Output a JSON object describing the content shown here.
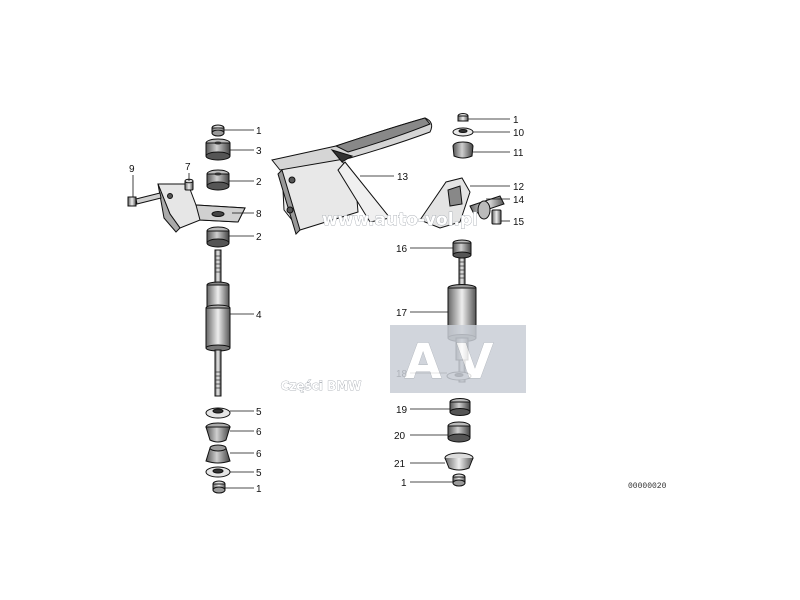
{
  "watermarks": {
    "site": "www.auto-vol.pl",
    "brand": "Części BMW",
    "logo_text": "AV",
    "colors": {
      "logo_fill": "#c9ced6",
      "logo_text": "#ffffff"
    }
  },
  "reference_code": "00000020",
  "callouts": {
    "left": [
      "1",
      "3",
      "2",
      "8",
      "2",
      "4",
      "5",
      "6",
      "6",
      "5",
      "1"
    ],
    "left_bracket": [
      "9",
      "7"
    ],
    "right": [
      "1",
      "10",
      "11",
      "13",
      "12",
      "14",
      "15",
      "16",
      "17",
      "18",
      "19",
      "20",
      "21",
      "1"
    ]
  }
}
